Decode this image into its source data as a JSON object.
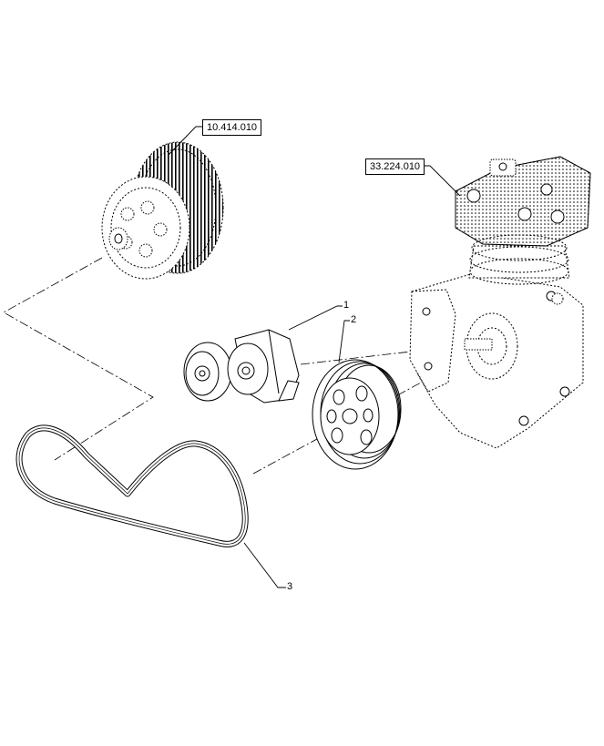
{
  "references": {
    "engine_fan_hub": "10.414.010",
    "air_compressor": "33.224.010"
  },
  "callouts": {
    "belt_tensioner": "1",
    "compressor_pulley": "2",
    "drive_belt": "3"
  }
}
